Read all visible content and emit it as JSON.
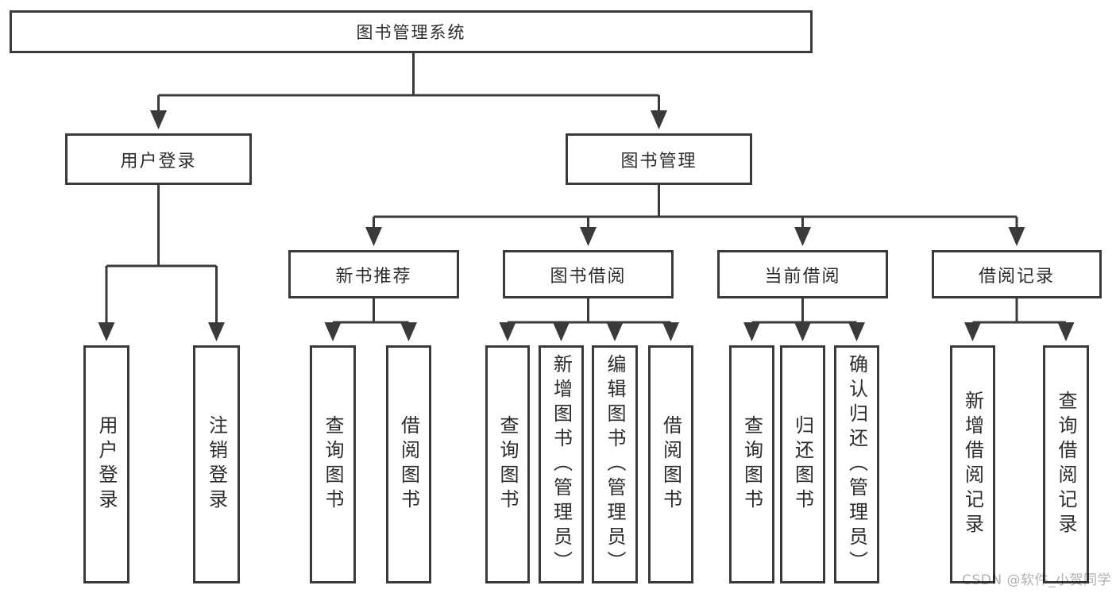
{
  "tree": {
    "label": "图书管理系统",
    "children": [
      {
        "label": "用户登录",
        "children": [
          {
            "label": "用户登录"
          },
          {
            "label": "注销登录"
          }
        ]
      },
      {
        "label": "图书管理",
        "children": [
          {
            "label": "新书推荐",
            "children": [
              {
                "label": "查询图书"
              },
              {
                "label": "借阅图书"
              }
            ]
          },
          {
            "label": "图书借阅",
            "children": [
              {
                "label": "查询图书"
              },
              {
                "label": "新增图书（管理员）"
              },
              {
                "label": "编辑图书（管理员）"
              },
              {
                "label": "借阅图书"
              }
            ]
          },
          {
            "label": "当前借阅",
            "children": [
              {
                "label": "查询图书"
              },
              {
                "label": "归还图书"
              },
              {
                "label": "确认归还（管理员）"
              }
            ]
          },
          {
            "label": "借阅记录",
            "children": [
              {
                "label": "新增借阅记录"
              },
              {
                "label": "查询借阅记录"
              }
            ]
          }
        ]
      }
    ]
  },
  "watermark": {
    "text": "CSDN @软件_小贺同学"
  },
  "colors": {
    "line": "#3a3a3a",
    "text": "#2c2c2c",
    "background": "#ffffff",
    "watermark": "#b1b1b1"
  }
}
